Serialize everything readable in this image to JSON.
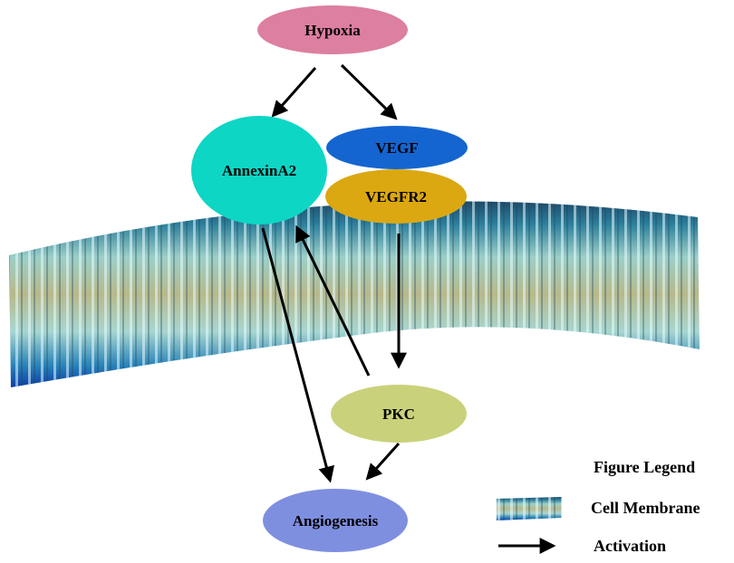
{
  "nodes": {
    "hypoxia": {
      "label": "Hypoxia",
      "color": "#dc7fa0"
    },
    "annexin": {
      "label": "AnnexinA2",
      "color": "#0dd6c4"
    },
    "vegf": {
      "label": "VEGF",
      "color": "#1565d0"
    },
    "vegfr2": {
      "label": "VEGFR2",
      "color": "#dba812"
    },
    "pkc": {
      "label": "PKC",
      "color": "#c9d27a"
    },
    "angiogenesis": {
      "label": "Angiogenesis",
      "color": "#7f8fe0"
    }
  },
  "legend": {
    "title": "Figure Legend",
    "membrane_label": "Cell Membrane",
    "activation_label": "Activation"
  }
}
